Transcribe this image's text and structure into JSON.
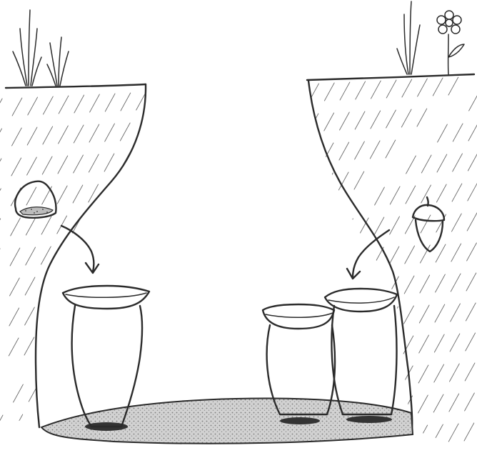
{
  "scene": {
    "kind": "hand-drawn sketch",
    "pit_count": 2,
    "left_pit": {
      "container_count": 1,
      "seed_icon": "chestnut-icon"
    },
    "right_pit": {
      "container_count": 2,
      "seed_icon": "acorn-icon"
    },
    "surface_plants": [
      "grass-tuft-icon",
      "grass-tuft-icon",
      "grass-tuft-icon",
      "flower-icon"
    ]
  },
  "colors": {
    "ink": "#2b2b2b",
    "background": "#ffffff",
    "floor_shading": "#9a9a9a"
  }
}
